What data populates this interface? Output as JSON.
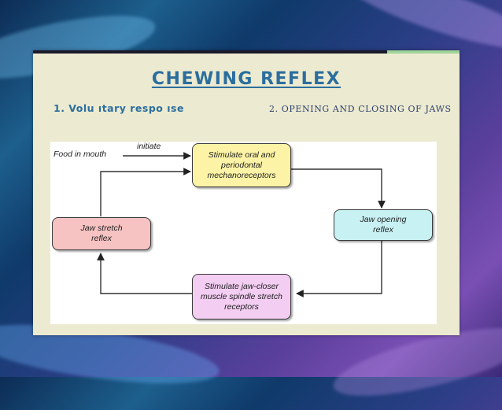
{
  "slide": {
    "title": "CHEWING REFLEX",
    "subtitle_left": "1. Volu ıtary respo ıse",
    "subtitle_right": "2. OPENING AND CLOSING OF JAWS"
  },
  "diagram": {
    "start_label": "Food in mouth",
    "arrow_label": "initiate",
    "boxes": [
      {
        "text": "Stimulate oral and periodontal mechanoreceptors",
        "color": "#fcf3a6"
      },
      {
        "text": "Jaw opening reflex",
        "color": "#c8f1f3"
      },
      {
        "text": "Stimulate jaw-closer muscle spindle stretch receptors",
        "color": "#f3cdf2"
      },
      {
        "text": "Jaw stretch reflex",
        "color": "#f6c2c2"
      }
    ]
  }
}
